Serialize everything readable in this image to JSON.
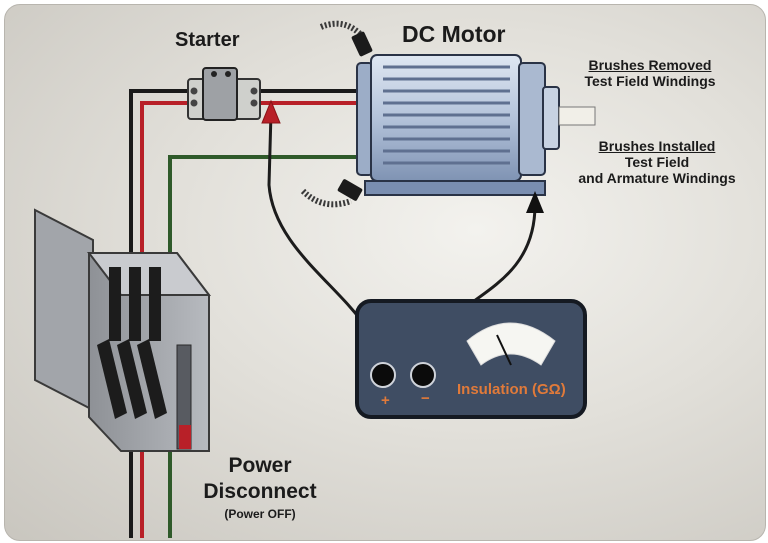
{
  "starter": {
    "title": "Starter"
  },
  "motor": {
    "title": "DC Motor"
  },
  "notes": {
    "brushes_removed": {
      "heading": "Brushes Removed",
      "text": "Test Field Windings"
    },
    "brushes_installed": {
      "heading": "Brushes Installed",
      "line1": "Test Field",
      "line2": "and Armature Windings"
    }
  },
  "disconnect": {
    "line1": "Power",
    "line2": "Disconnect",
    "status": "(Power OFF)"
  },
  "meter": {
    "label": "Insulation (GΩ)",
    "positive": "+",
    "negative": "−"
  },
  "colors": {
    "wire_red": "#b82028",
    "wire_black": "#1a1a1a",
    "wire_green": "#2f5a2a",
    "motor_body": "#bcc9dd",
    "meter_body": "#3f4d63",
    "label_orange": "#e07a3a"
  }
}
